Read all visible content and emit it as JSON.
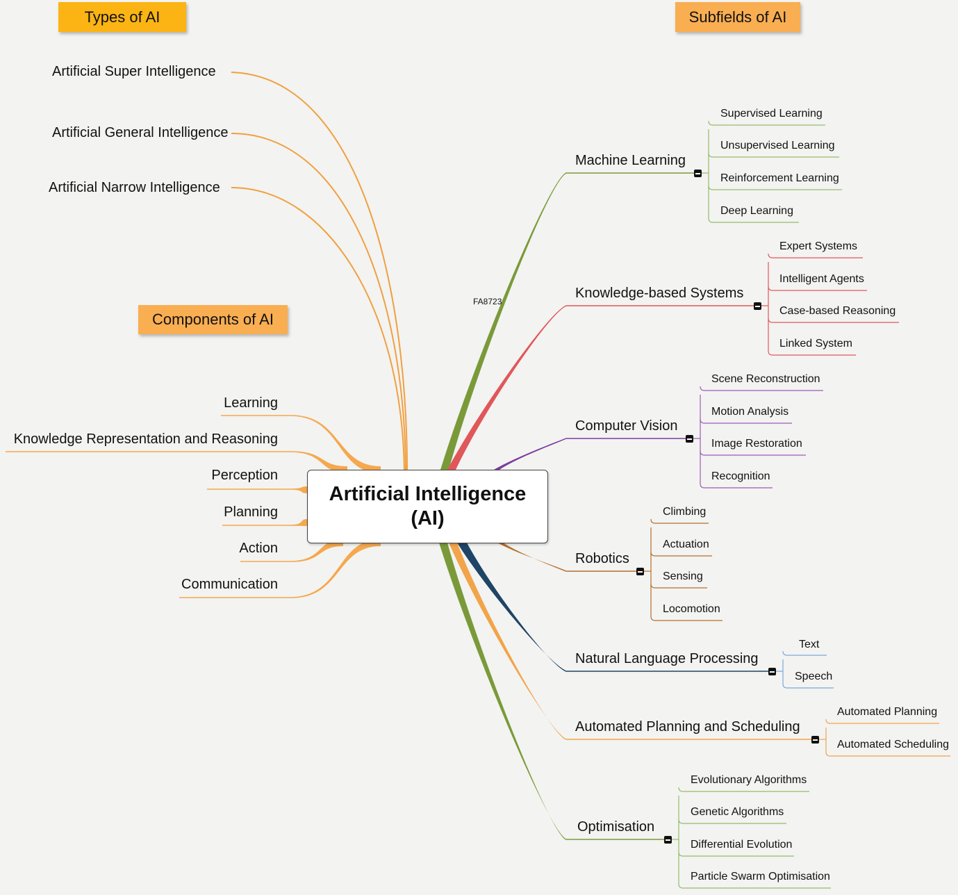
{
  "central": {
    "line1": "Artificial Intelligence",
    "line2": "(AI)"
  },
  "headers": {
    "types": "Types of AI",
    "subfields": "Subfields of AI",
    "components": "Components of AI"
  },
  "annotation": "FA8723",
  "types": [
    "Artificial Super Intelligence",
    "Artificial General Intelligence",
    "Artificial Narrow Intelligence"
  ],
  "components": [
    "Learning",
    "Knowledge Representation and Reasoning",
    "Perception",
    "Planning",
    "Action",
    "Communication"
  ],
  "subfields": [
    {
      "name": "Machine Learning",
      "color": "#7a9a3a",
      "children": [
        "Supervised Learning",
        "Unsupervised Learning",
        "Reinforcement Learning",
        "Deep Learning"
      ]
    },
    {
      "name": "Knowledge-based Systems",
      "color": "#e0575a",
      "children": [
        "Expert Systems",
        "Intelligent Agents",
        "Case-based Reasoning",
        "Linked System"
      ]
    },
    {
      "name": "Computer Vision",
      "color": "#7b3d9e",
      "children": [
        "Scene Reconstruction",
        "Motion Analysis",
        "Image Restoration",
        "Recognition"
      ]
    },
    {
      "name": "Robotics",
      "color": "#b3702e",
      "children": [
        "Climbing",
        "Actuation",
        "Sensing",
        "Locomotion"
      ]
    },
    {
      "name": "Natural Language Processing",
      "color": "#1e4466",
      "children": [
        "Text",
        "Speech"
      ]
    },
    {
      "name": "Automated Planning and Scheduling",
      "color": "#f2a44a",
      "children": [
        "Automated Planning",
        "Automated Scheduling"
      ]
    },
    {
      "name": "Optimisation",
      "color": "#7a9a3a",
      "children": [
        "Evolutionary Algorithms",
        "Genetic Algorithms",
        "Differential Evolution",
        "Particle Swarm Optimisation"
      ]
    }
  ],
  "colors": {
    "types_branch": "#f0a040",
    "components_branch": "#f5a84e",
    "header_bg": "#f9ae52",
    "types_header_bg": "#fbb414",
    "child_line_nlp": "#7aa8d8",
    "child_line_ml": "#94bb6a"
  }
}
